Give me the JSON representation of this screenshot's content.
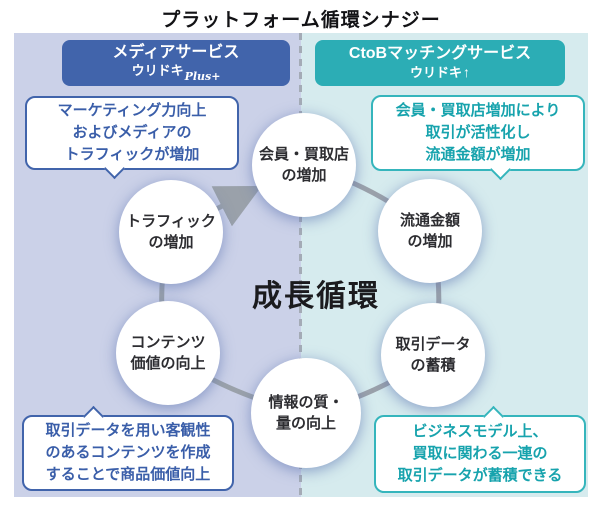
{
  "title": "プラットフォーム循環シナジー",
  "left_section": {
    "accent_color": "#4164ab",
    "background_color": "#cbd1e8",
    "text_color": "#3a5ea9",
    "header": {
      "service": "メディアサービス",
      "brand": "ウリドキ",
      "brand_mark": "Plus+"
    },
    "top_callout": {
      "lines": [
        "マーケティング力向上",
        "およびメディアの",
        "トラフィックが増加"
      ]
    },
    "bottom_callout": {
      "lines": [
        "取引データを用い客観性",
        "のあるコンテンツを作成",
        "することで商品価値向上"
      ]
    }
  },
  "right_section": {
    "accent_color": "#2cadb5",
    "background_color": "#d6ebee",
    "text_color": "#17a3ad",
    "header": {
      "service": "CtoBマッチングサービス",
      "brand": "ウリドキ",
      "brand_mark": "↑"
    },
    "top_callout": {
      "lines": [
        "会員・買取店増加により",
        "取引が活性化し",
        "流通金額が増加"
      ]
    },
    "bottom_callout": {
      "lines": [
        "ビジネスモデル上、",
        "買取に関わる一連の",
        "取引データが蓄積できる"
      ]
    }
  },
  "cycle": {
    "center_label": "成長循環",
    "direction": "clockwise",
    "connector_color": "#9aa1aa",
    "nodes": [
      {
        "id": "members",
        "lines": [
          "会員・買取店",
          "の増加"
        ]
      },
      {
        "id": "gmv",
        "lines": [
          "流通金額",
          "の増加"
        ]
      },
      {
        "id": "transaction-data",
        "lines": [
          "取引データ",
          "の蓄積"
        ]
      },
      {
        "id": "info-quality",
        "lines": [
          "情報の質・",
          "量の向上"
        ]
      },
      {
        "id": "content-value",
        "lines": [
          "コンテンツ",
          "価値の向上"
        ]
      },
      {
        "id": "traffic",
        "lines": [
          "トラフィック",
          "の増加"
        ]
      }
    ]
  }
}
